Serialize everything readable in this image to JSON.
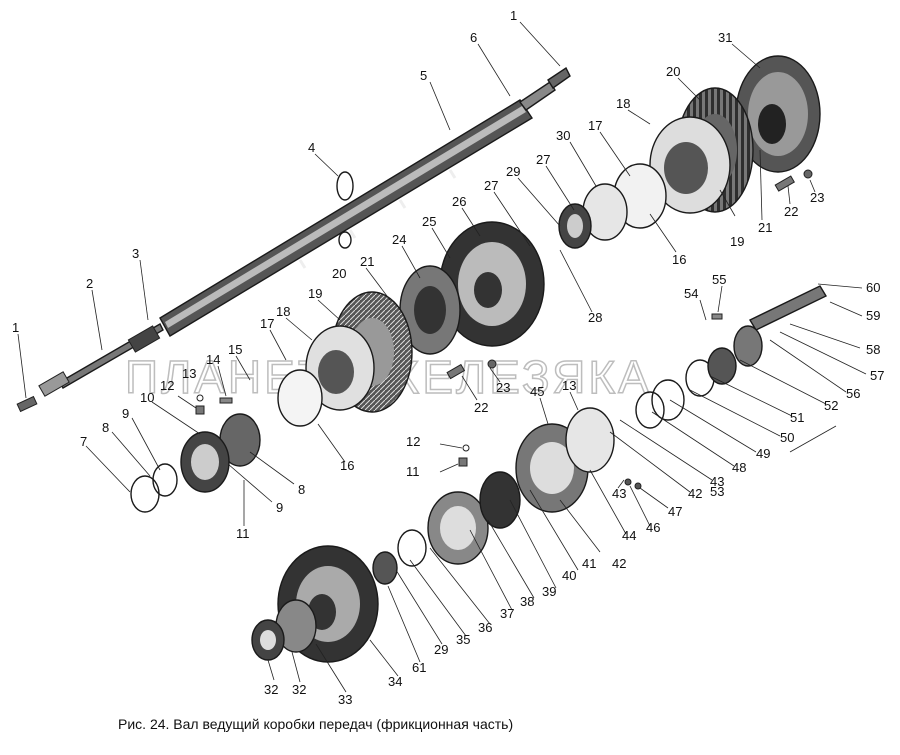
{
  "caption": "Рис. 24. Вал ведущий коробки передач (фрикционная часть)",
  "watermark": "ПЛАНЕТА ЖЕЛЕЗЯКА",
  "callouts": [
    "1",
    "6",
    "31",
    "5",
    "20",
    "18",
    "30",
    "17",
    "4",
    "29",
    "27",
    "27",
    "26",
    "25",
    "24",
    "21",
    "19",
    "20",
    "18",
    "3",
    "2",
    "1",
    "17",
    "15",
    "14",
    "13",
    "12",
    "10",
    "9",
    "8",
    "7",
    "9",
    "8",
    "11",
    "16",
    "22",
    "23",
    "16",
    "19",
    "21",
    "22",
    "23",
    "28",
    "55",
    "54",
    "60",
    "59",
    "58",
    "57",
    "56",
    "52",
    "51",
    "50",
    "49",
    "48",
    "47",
    "46",
    "44",
    "43",
    "42",
    "41",
    "40",
    "39",
    "38",
    "37",
    "36",
    "35",
    "34",
    "33",
    "32",
    "32",
    "29",
    "61",
    "45",
    "13",
    "12",
    "11",
    "43",
    "42",
    "53"
  ]
}
